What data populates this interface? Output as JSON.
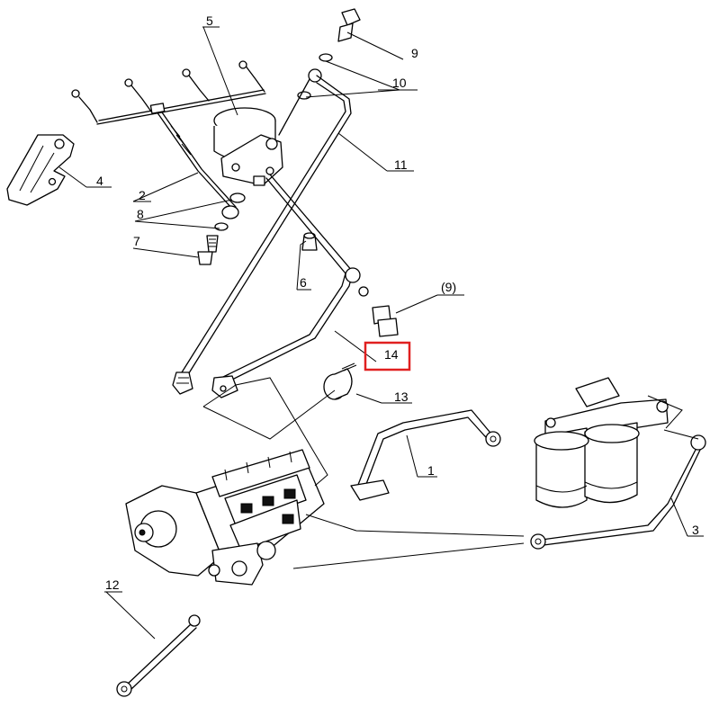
{
  "accent_color": "#e02020",
  "highlighted_callout": "14",
  "callouts": [
    {
      "id": "c1",
      "text": "1"
    },
    {
      "id": "c2",
      "text": "2"
    },
    {
      "id": "c3",
      "text": "3"
    },
    {
      "id": "c4",
      "text": "4"
    },
    {
      "id": "c5",
      "text": "5"
    },
    {
      "id": "c6",
      "text": "6"
    },
    {
      "id": "c7",
      "text": "7"
    },
    {
      "id": "c8",
      "text": "8"
    },
    {
      "id": "c9",
      "text": "9"
    },
    {
      "id": "c9b",
      "text": "(9)"
    },
    {
      "id": "c10",
      "text": "10"
    },
    {
      "id": "c11",
      "text": "11"
    },
    {
      "id": "c12",
      "text": "12"
    },
    {
      "id": "c13",
      "text": "13"
    },
    {
      "id": "c14",
      "text": "14"
    }
  ]
}
